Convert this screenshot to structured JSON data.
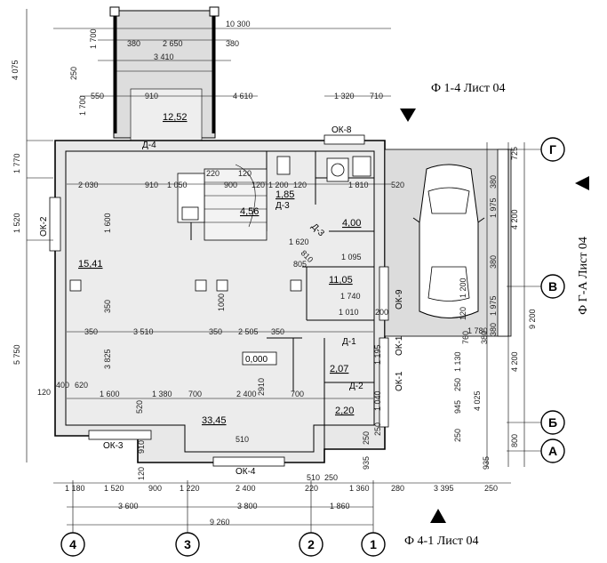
{
  "dimensions": {
    "top_10300": "10 300",
    "t380a": "380",
    "t2650": "2 650",
    "t380b": "380",
    "t3410": "3 410",
    "t550": "550",
    "t910a": "910",
    "t4610": "4 610",
    "t1320": "1 320",
    "t710": "710",
    "t2030": "2 030",
    "t910b": "910",
    "t1050": "1 050",
    "t900": "900",
    "t120a": "120",
    "t1200": "1 200",
    "t1810": "1 810",
    "t520": "520",
    "t120b": "120",
    "v4075": "4 075",
    "v1700a": "1 700",
    "v250": "250",
    "v1700b": "1 700",
    "v1770": "1 770",
    "v1520": "1 520",
    "v5750": "5 750",
    "v120": "120",
    "v1600": "1 600",
    "v350": "350",
    "v3825": "3 825",
    "v1000": "1000",
    "m805": "805",
    "m1095": "1 095",
    "m1740": "1 740",
    "m1010": "1 010",
    "m200": "200",
    "m2505": "2 505",
    "m350a": "350",
    "m350b": "350",
    "m3510": "3 510",
    "m350c": "350",
    "m400": "400",
    "m620": "620",
    "m120": "120",
    "m1600": "1 600",
    "m1380": "1 380",
    "m700a": "700",
    "m2400": "2 400",
    "m700b": "700",
    "m2910": "2910",
    "m520": "520",
    "m120b": "120",
    "m910": "910",
    "m810": "810",
    "m120c": "120",
    "m510a": "510",
    "m510b": "510",
    "m220": "220",
    "m1620": "1 620",
    "b1180": "1 180",
    "b1520": "1 520",
    "b900": "900",
    "b1220": "1 220",
    "b2400": "2 400",
    "b510": "510",
    "b250": "250",
    "b1360": "1 360",
    "b280": "280",
    "b3395": "3 395",
    "b250b": "250",
    "b3600": "3 600",
    "b3800": "3 800",
    "b1860": "1 860",
    "b9260": "9 260",
    "r725": "725",
    "r1975a": "1 975",
    "r380a": "380",
    "r4200a": "4 200",
    "r380b": "380",
    "r1975b": "1 975",
    "r380c": "380",
    "r9200": "9 200",
    "r4200b": "4 200",
    "r4025": "4 025",
    "r1130": "1 130",
    "r945": "945",
    "r250a": "250",
    "r800": "800",
    "r250b": "250",
    "r935a": "935",
    "r935b": "935",
    "r250c": "250",
    "r1195": "1 195",
    "r1040": "1 040",
    "r250d": "250",
    "r1200": "1 200",
    "r120": "120",
    "r1780": "1 780",
    "r760": "760",
    "r380d": "380"
  },
  "areas": {
    "a1252": "12,52",
    "a456": "4,56",
    "a185": "1,85",
    "a400": "4,00",
    "a1541": "15,41",
    "a1105": "11,05",
    "a207": "2,07",
    "a220": "2,20",
    "a3345": "33,45",
    "level": "0,000"
  },
  "labels": {
    "ok2": "ОК-2",
    "ok8": "ОК-8",
    "ok9": "ОК-9",
    "ok1": "ОК-1",
    "ok1b": "ОК-1",
    "ok3": "ОК-3",
    "ok4": "ОК-4",
    "d4": "Д-4",
    "d3a": "Д-3",
    "d3b": "Д-3",
    "d1": "Д-1",
    "d2": "Д-2"
  },
  "sections": {
    "f14": "Ф 1-4 Лист 04",
    "fga": "Ф Г-А Лист 04",
    "f41": "Ф 4-1 Лист 04"
  },
  "axes": {
    "g": "Г",
    "v": "В",
    "b": "Б",
    "a": "А",
    "n4": "4",
    "n3": "3",
    "n2": "2",
    "n1": "1"
  }
}
